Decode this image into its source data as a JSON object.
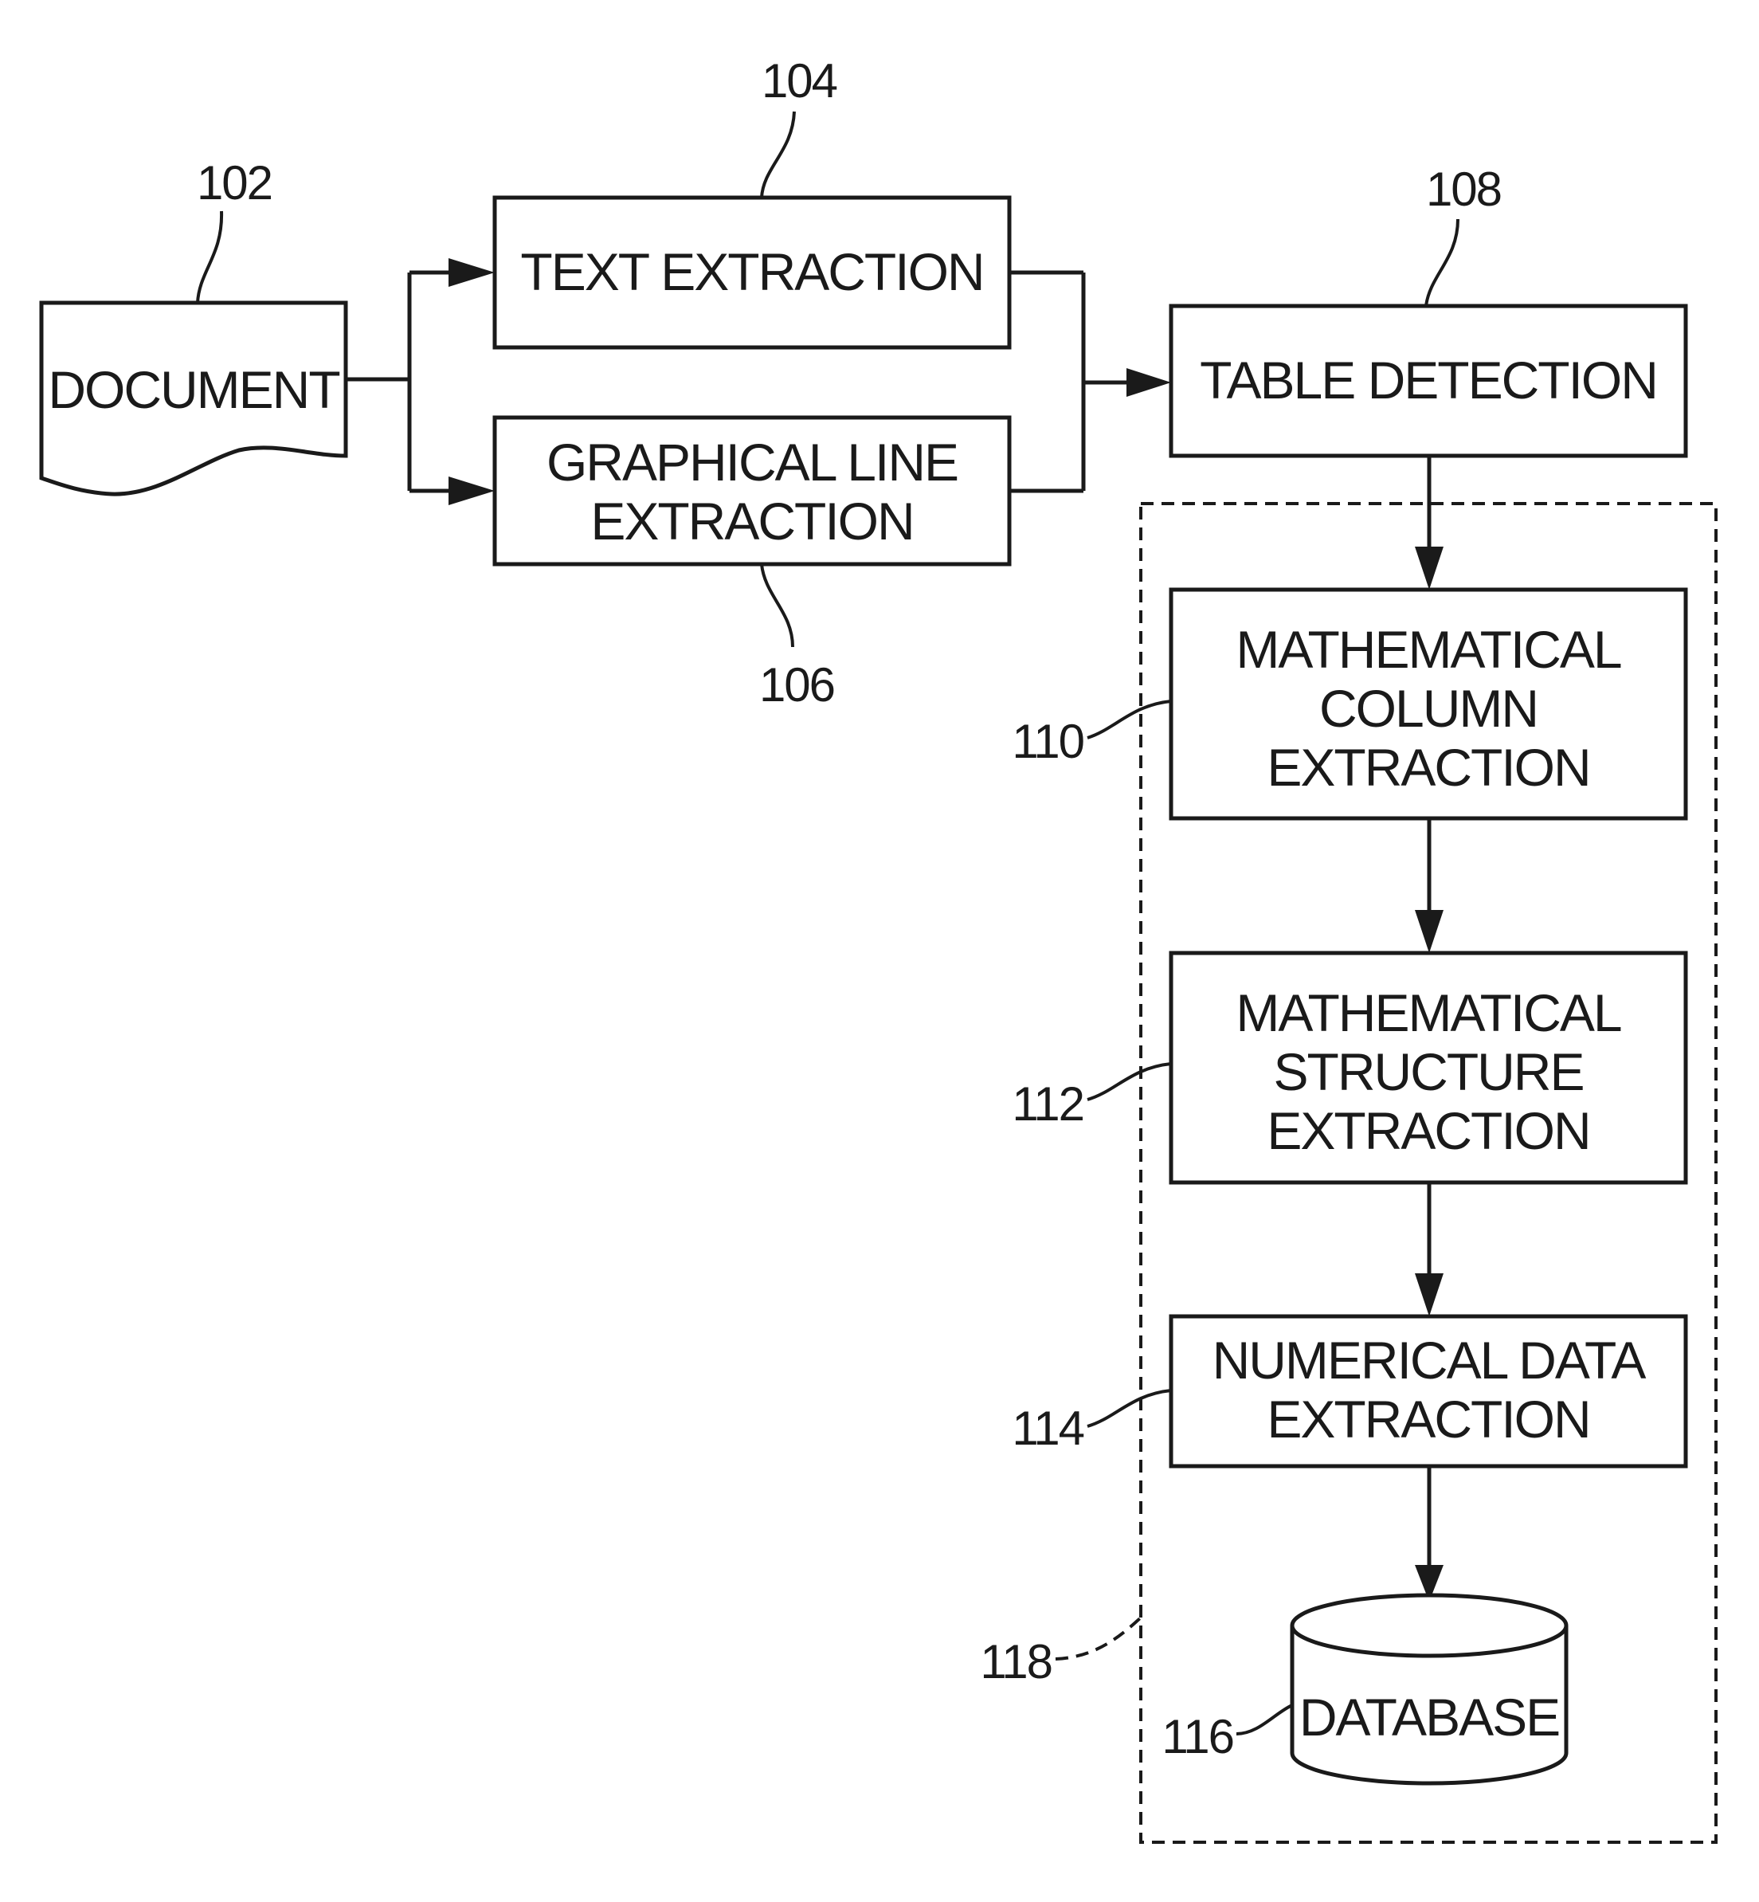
{
  "blocks": {
    "document": {
      "label": "DOCUMENT",
      "ref": "102"
    },
    "text_extraction": {
      "label": "TEXT EXTRACTION",
      "ref": "104"
    },
    "graphical_line_extraction": {
      "label_line1": "GRAPHICAL LINE",
      "label_line2": "EXTRACTION",
      "ref": "106"
    },
    "table_detection": {
      "label": "TABLE DETECTION",
      "ref": "108"
    },
    "mathematical_column_extraction": {
      "label_line1": "MATHEMATICAL",
      "label_line2": "COLUMN",
      "label_line3": "EXTRACTION",
      "ref": "110"
    },
    "mathematical_structure_extraction": {
      "label_line1": "MATHEMATICAL",
      "label_line2": "STRUCTURE",
      "label_line3": "EXTRACTION",
      "ref": "112"
    },
    "numerical_data_extraction": {
      "label_line1": "NUMERICAL DATA",
      "label_line2": "EXTRACTION",
      "ref": "114"
    },
    "database": {
      "label": "DATABASE",
      "ref": "116"
    }
  },
  "dashed_group": {
    "ref": "118"
  }
}
